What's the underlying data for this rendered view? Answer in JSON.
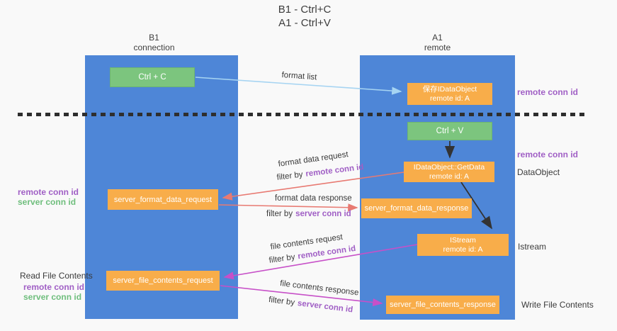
{
  "title": {
    "line1": "B1 - Ctrl+C",
    "line2": "A1 - Ctrl+V"
  },
  "lifelines": {
    "left": {
      "name": "B1",
      "role": "connection"
    },
    "right": {
      "name": "A1",
      "role": "remote"
    }
  },
  "boxes": {
    "ctrl_c": "Ctrl + C",
    "ctrl_v": "Ctrl + V",
    "save_dataobject": {
      "line1": "保存IDataObject",
      "line2": "remote id: A"
    },
    "getdata": {
      "line1": "IDataObject::GetData",
      "line2": "remote id: A"
    },
    "istream": {
      "line1": "IStream",
      "line2": "remote id: A"
    },
    "format_request": "server_format_data_request",
    "format_response": "server_format_data_response",
    "file_request": "server_file_contents_request",
    "file_response": "server_file_contents_response"
  },
  "arrows": {
    "format_list": "format list",
    "format_data_request": "format data request",
    "format_data_response": "format data response",
    "file_contents_request": "file contents request",
    "file_contents_response": "file contents response",
    "filter_by": "filter by",
    "remote_conn_id": "remote conn id",
    "server_conn_id": "server conn id"
  },
  "labels": {
    "left": {
      "remote_conn_id": "remote conn id",
      "server_conn_id": "server conn id",
      "read_file_contents": "Read File Contents",
      "remote_conn_id_bottom": "remote conn id",
      "server_conn_id_bottom": "server conn id"
    },
    "right": {
      "remote_conn_id_top": "remote conn id",
      "remote_conn_id_mid": "remote conn id",
      "dataobject": "DataObject",
      "istream": "Istream",
      "write_file_contents": "Write File Contents"
    }
  },
  "colors": {
    "lifeline_blue": "#4e86d7",
    "box_green": "#7cc57e",
    "box_orange": "#f8ad4a",
    "arrow_salmon": "#e87a72",
    "arrow_magenta": "#c750c8",
    "arrow_lightblue": "#a6d4f2",
    "text_purple": "#a05fc5",
    "text_green": "#6fbe7d",
    "dash_black": "#2e2e2e"
  }
}
